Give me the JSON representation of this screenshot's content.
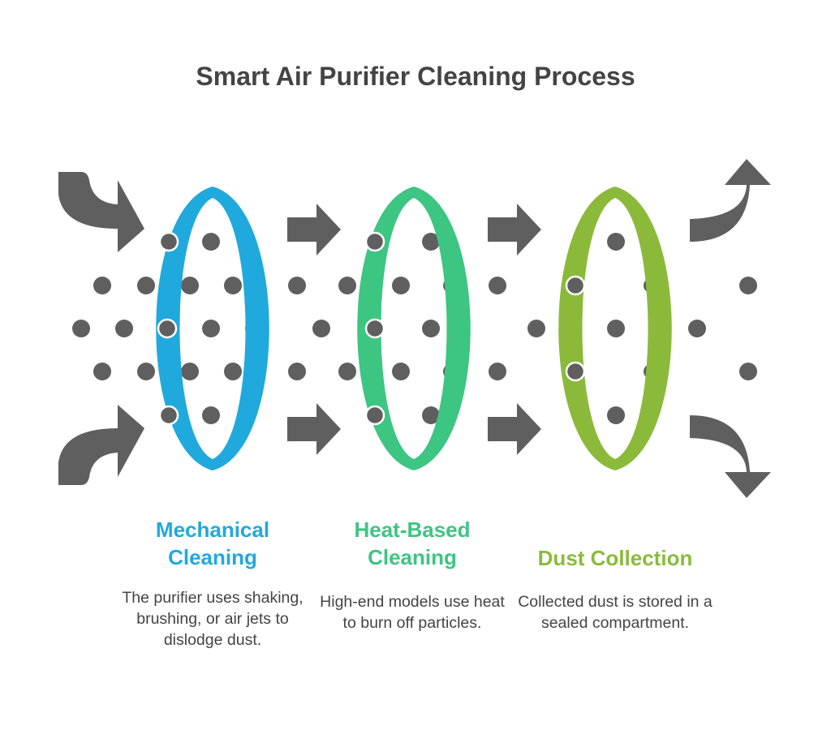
{
  "title": "Smart Air Purifier Cleaning Process",
  "colors": {
    "mechanical": "#20a9dd",
    "heat": "#3dc582",
    "dust": "#8bba3b",
    "arrows_and_particles": "#5f5f5f",
    "text": "#444444"
  },
  "stages": [
    {
      "title": "Mechanical Cleaning",
      "description": "The purifier uses shaking, brushing, or air jets to dislodge dust.",
      "icon": "filter-ring-icon"
    },
    {
      "title": "Heat-Based Cleaning",
      "description": "High-end models use heat to burn off particles.",
      "icon": "filter-ring-icon"
    },
    {
      "title": "Dust Collection",
      "description": "Collected dust is stored in a sealed compartment.",
      "icon": "filter-ring-icon"
    }
  ]
}
